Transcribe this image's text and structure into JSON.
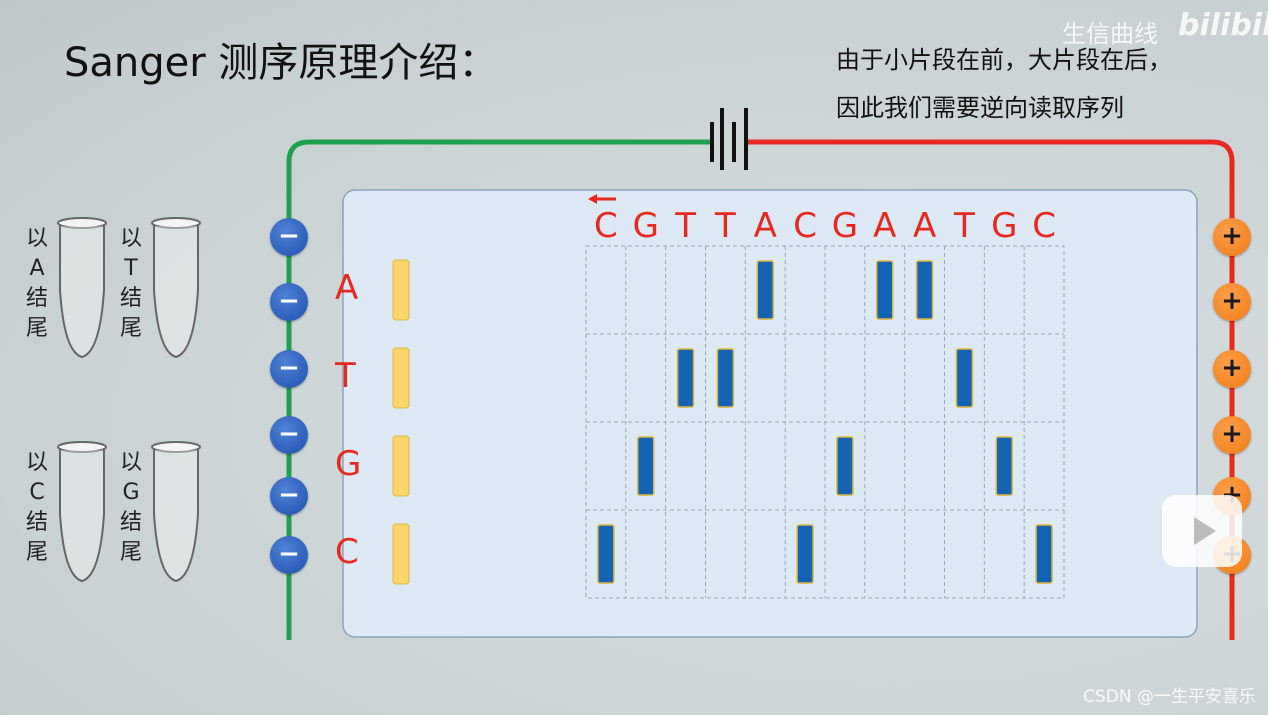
{
  "title": "Sanger 测序原理介绍：",
  "note": {
    "line1": "由于小片段在前，大片段在后，",
    "line2": "因此我们需要逆向读取序列"
  },
  "watermark": {
    "channel": "生信曲线",
    "logo": "bilibili"
  },
  "credit": "CSDN @一生平安喜乐",
  "tubes": [
    {
      "chars": [
        "以",
        "A",
        "结",
        "尾"
      ]
    },
    {
      "chars": [
        "以",
        "T",
        "结",
        "尾"
      ]
    },
    {
      "chars": [
        "以",
        "C",
        "结",
        "尾"
      ]
    },
    {
      "chars": [
        "以",
        "G",
        "结",
        "尾"
      ]
    }
  ],
  "lanes": [
    "A",
    "T",
    "G",
    "C"
  ],
  "sequence": [
    "C",
    "G",
    "T",
    "T",
    "A",
    "C",
    "G",
    "A",
    "A",
    "T",
    "G",
    "C"
  ],
  "electrodes": {
    "negative_symbol": "−",
    "positive_symbol": "+"
  },
  "colors": {
    "negative_wire": "#1fa04a",
    "positive_wire": "#e8281e",
    "label_red": "#e8281e",
    "band_blue": "#1464b4",
    "well_yellow": "#fbd46a",
    "gel_bg": "#dde9f5"
  },
  "chart_data": {
    "type": "gel",
    "lanes": [
      "A",
      "T",
      "G",
      "C"
    ],
    "columns": 12,
    "bands": {
      "A": [
        5,
        8,
        9
      ],
      "T": [
        3,
        4,
        10
      ],
      "G": [
        2,
        7,
        11
      ],
      "C": [
        1,
        6,
        12
      ]
    },
    "read_direction": "right-to-left"
  }
}
